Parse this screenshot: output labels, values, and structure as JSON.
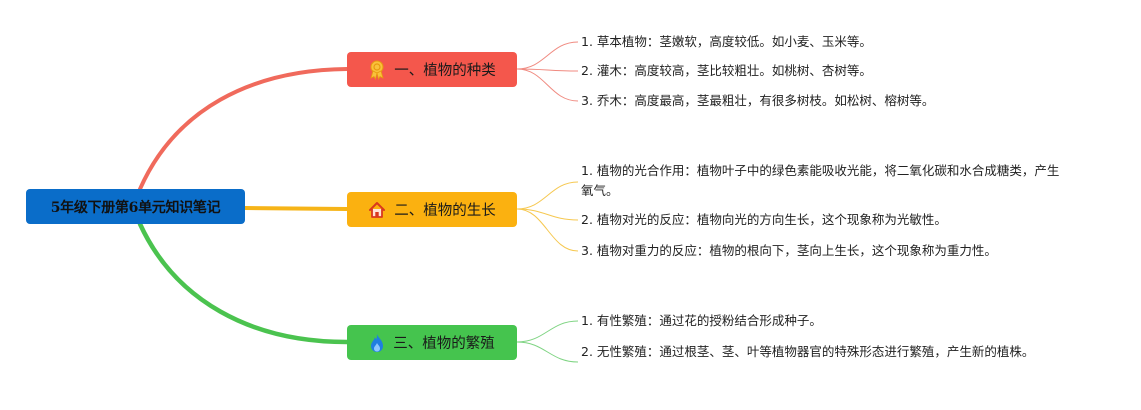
{
  "root": {
    "label": "5年级下册第6单元知识笔记"
  },
  "colors": {
    "root": "#0a6dc9",
    "branch1": "#f4574c",
    "branch2": "#fbb110",
    "branch3": "#45c44e"
  },
  "branches": [
    {
      "label": "一、植物的种类",
      "icon": "medal-icon",
      "leaves": [
        "1. 草本植物：茎嫩软，高度较低。如小麦、玉米等。",
        "2. 灌木：高度较高，茎比较粗壮。如桃树、杏树等。",
        "3. 乔木：高度最高，茎最粗壮，有很多树枝。如松树、榕树等。"
      ]
    },
    {
      "label": "二、植物的生长",
      "icon": "house-icon",
      "leaves": [
        "1. 植物的光合作用：植物叶子中的绿色素能吸收光能，将二氧化碳和水合成糖类，产生氧气。",
        "2. 植物对光的反应：植物向光的方向生长，这个现象称为光敏性。",
        "3. 植物对重力的反应：植物的根向下，茎向上生长，这个现象称为重力性。"
      ]
    },
    {
      "label": "三、植物的繁殖",
      "icon": "flame-icon",
      "leaves": [
        "1. 有性繁殖：通过花的授粉结合形成种子。",
        "2. 无性繁殖：通过根茎、茎、叶等植物器官的特殊形态进行繁殖，产生新的植株。"
      ]
    }
  ]
}
